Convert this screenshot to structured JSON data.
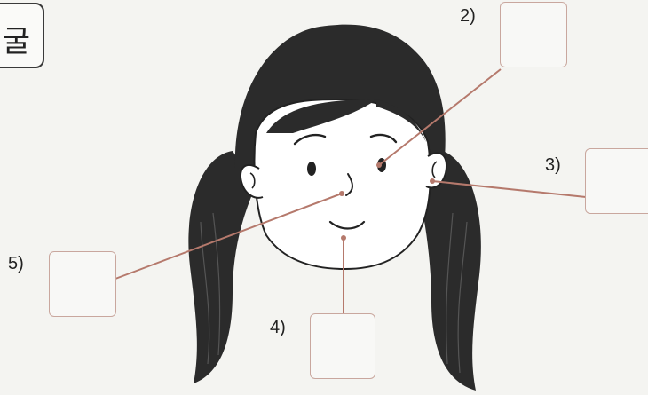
{
  "title": {
    "text": "굴"
  },
  "labels": {
    "l2": "2)",
    "l3": "3)",
    "l4": "4)",
    "l5": "5)"
  },
  "colors": {
    "hair": "#2b2b2b",
    "leader_line": "#b5796c",
    "box_border": "#c9a79e",
    "skin": "#ffffff"
  }
}
